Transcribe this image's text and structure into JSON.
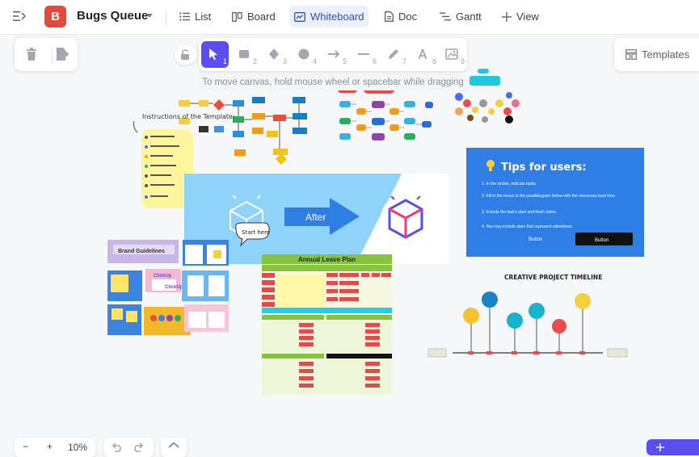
{
  "header": {
    "space_initial": "B",
    "space_title": "Bugs Queue",
    "views": [
      {
        "label": "List",
        "icon": "list-icon"
      },
      {
        "label": "Board",
        "icon": "board-icon"
      },
      {
        "label": "Whiteboard",
        "icon": "whiteboard-icon",
        "active": true
      },
      {
        "label": "Doc",
        "icon": "doc-icon"
      },
      {
        "label": "Gantt",
        "icon": "gantt-icon"
      },
      {
        "label": "View",
        "icon": "plus-icon"
      }
    ]
  },
  "toolbar": {
    "tools": [
      {
        "name": "select",
        "key": "1",
        "active": true
      },
      {
        "name": "rectangle",
        "key": "2"
      },
      {
        "name": "diamond",
        "key": "3"
      },
      {
        "name": "circle",
        "key": "4"
      },
      {
        "name": "arrow",
        "key": "5"
      },
      {
        "name": "line",
        "key": "6"
      },
      {
        "name": "pen",
        "key": "7"
      },
      {
        "name": "text",
        "key": "8"
      },
      {
        "name": "image",
        "key": "9"
      }
    ],
    "hint": "To move canvas, hold mouse wheel or spacebar while dragging",
    "templates_label": "Templates"
  },
  "zoom": {
    "minus": "−",
    "plus": "+",
    "level": "10%"
  },
  "canvas": {
    "instructions_title": "Instructions of the Template:",
    "start_here": "Start here",
    "after_label": "After",
    "tips": {
      "title": "Tips for users:",
      "lines": [
        "1. In the circles, indicate tasks.",
        "2. Fill in the boxes in the parallelogram below with the necessary lead time.",
        "3. Include the task's start and finish dates.",
        "4. You may include stars that represent milestones."
      ],
      "button_a": "Button",
      "button_b": "Button"
    },
    "leave_plan_title": "Annual Leave Plan",
    "timeline_title": "CREATIVE PROJECT TIMELINE",
    "brand_title": "Brand Guidelines",
    "brand_logo_a": "ClickUp",
    "brand_logo_b": "ClickUp"
  },
  "colors": {
    "accent": "#5b4ef0",
    "space_avatar": "#e8483a",
    "tips_bg": "#2f7ee6",
    "after_arrow": "#2f7ee6",
    "leave_header": "#86c440",
    "leave_section": "#1fd0e8"
  }
}
